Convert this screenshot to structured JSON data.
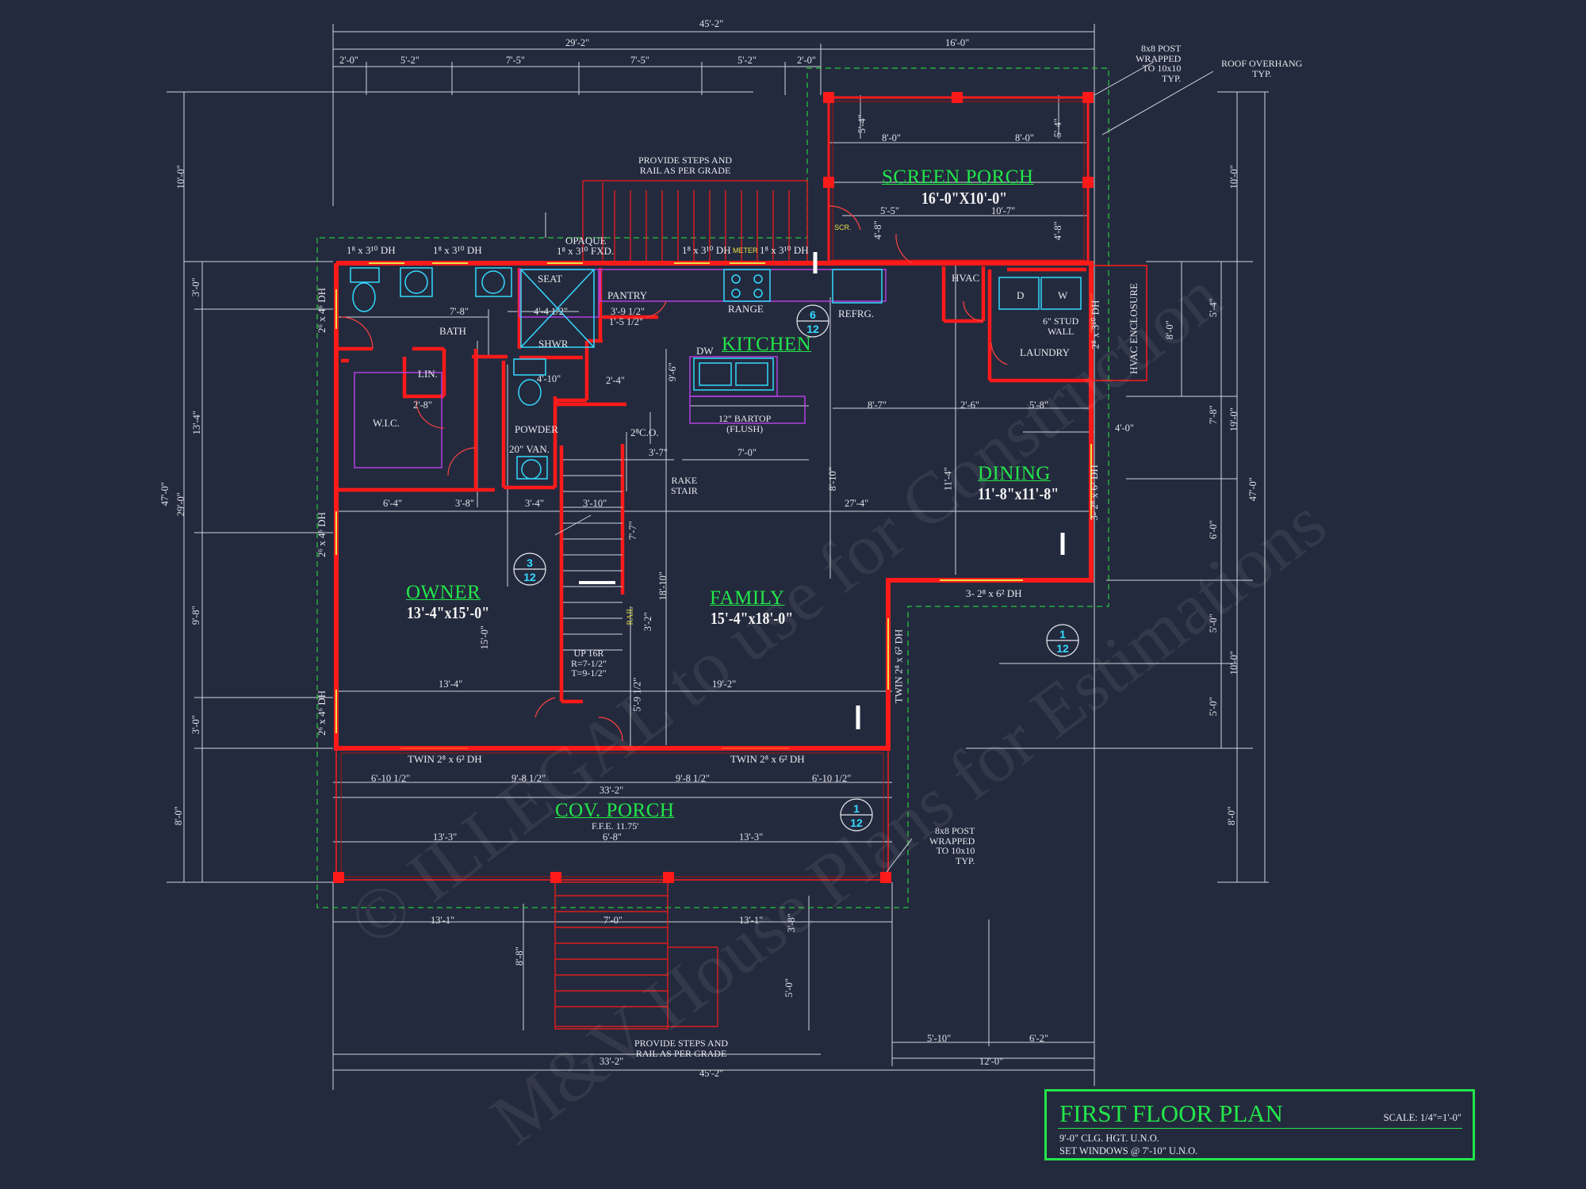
{
  "rooms": {
    "screen_porch": {
      "name": "SCREEN PORCH",
      "size": "16'-0\"X10'-0\""
    },
    "kitchen": {
      "name": "KITCHEN"
    },
    "dining": {
      "name": "DINING",
      "size": "11'-8\"x11'-8\""
    },
    "owner": {
      "name": "OWNER",
      "size": "13'-4\"x15'-0\""
    },
    "family": {
      "name": "FAMILY",
      "size": "15'-4\"x18'-0\""
    },
    "cov_porch": {
      "name": "COV. PORCH",
      "ffe": "F.F.E. 11.75'"
    }
  },
  "labels": {
    "steps_top_1": "PROVIDE STEPS AND",
    "steps_top_2": "RAIL AS PER GRADE",
    "steps_bot_1": "PROVIDE STEPS AND",
    "steps_bot_2": "RAIL AS PER GRADE",
    "post_top_1": "8x8 POST",
    "post_top_2": "WRAPPED",
    "post_top_3": "TO 10x10",
    "post_top_4": "TYP.",
    "post_bot_1": "8x8 POST",
    "post_bot_2": "WRAPPED",
    "post_bot_3": "TO 10x10",
    "post_bot_4": "TYP.",
    "roof_1": "ROOF OVERHANG",
    "roof_2": "TYP.",
    "opaque": "OPAQUE",
    "seat": "SEAT",
    "pantry": "PANTRY",
    "range": "RANGE",
    "refrg": "REFRG.",
    "hvac": "HVAC",
    "hvac_enclosure": "HVAC ENCLOSURE",
    "stud_wall_1": "6\" STUD",
    "stud_wall_2": "WALL",
    "laundry": "LAUNDRY",
    "bath": "BATH",
    "shwr": "SHWR",
    "lin": "LIN.",
    "wic": "W.I.C.",
    "powder": "POWDER",
    "van": "20\" VAN.",
    "bartop_1": "12\" BARTOP",
    "bartop_2": "(FLUSH)",
    "dw": "DW",
    "co": "2⁸C.O.",
    "rake_1": "RAKE",
    "rake_2": "STAIR",
    "stair_1": "UP 16R",
    "stair_2": "R=7-1/2\"",
    "stair_3": "T=9-1/2\"",
    "rail": "RAIL",
    "d": "D",
    "w": "W",
    "scr": "SCR.",
    "meter": "METER"
  },
  "windows": {
    "w1": "1⁸ x 3¹⁰ DH",
    "w2": "1⁸ x 3¹⁰ DH",
    "w3": "1⁸ x 3¹⁰ FXD.",
    "w4": "1⁸ x 3¹⁰ DH",
    "w5": "1⁸ x 3¹⁰ DH",
    "twin_left": "TWIN 2⁸ x 6² DH",
    "twin_right": "TWIN 2⁸ x 6² DH",
    "three_dh": "3- 2⁸ x 6² DH",
    "left_top": "2⁶ x 4⁶ DH",
    "left_mid": "2⁶ x 4⁶ DH",
    "left_bot": "2⁶ x 4⁶ DH",
    "right_hvac": "2⁸ x 3¹⁰ DH",
    "right_dining": "3- 2⁸ x 6² DH",
    "twin_east": "TWIN 2⁸ x 6² DH"
  },
  "dimensions": {
    "top_overall": "45'-2\"",
    "top_main": "29'-2\"",
    "top_porch": "16'-0\"",
    "top_segments": [
      "2'-0\"",
      "5'-2\"",
      "7'-5\"",
      "7'-5\"",
      "5'-2\"",
      "2'-0\""
    ],
    "sp_5_4_a": "5'-4\"",
    "sp_5_4_b": "5'-4\"",
    "sp_8_0_a": "8'-0\"",
    "sp_8_0_b": "8'-0\"",
    "sp_5_5": "5'-5\"",
    "sp_10_7": "10'-7\"",
    "sp_4_8_a": "4'-8\"",
    "sp_4_8_b": "4'-8\"",
    "left_overall": "47'-0\"",
    "left_10_0": "10'-0\"",
    "left_29_0": "29'-0\"",
    "left_8_0": "8'-0\"",
    "left_3_0_a": "3'-0\"",
    "left_13_4": "13'-4\"",
    "left_9_8": "9'-8\"",
    "left_3_0_b": "3'-0\"",
    "right_overall": "47'-0\"",
    "right_10_0_a": "10'-0\"",
    "right_19_0": "19'-0\"",
    "right_10_0_b": "10'-0\"",
    "right_8_0": "8'-0\"",
    "right_5_4": "5'-4\"",
    "right_7_8": "7'-8\"",
    "right_6_0": "6'-0\"",
    "right_5_0_a": "5'-0\"",
    "right_5_0_b": "5'-0\"",
    "right_8_0_b": "8'-0\"",
    "int_7_8": "7'-8\"",
    "int_4_4": "4'-4 1/2\"",
    "int_3_9_a": "3'-9 1/2\"",
    "int_1_5": "1'-5 1/2\"",
    "int_8_7": "8'-7\"",
    "int_2_6": "2'-6\"",
    "int_5_8": "5'-8\"",
    "int_4_0": "4'-0\"",
    "int_7_0": "7'-0\"",
    "int_3_7": "3'-7\"",
    "int_27_4": "27'-4\"",
    "int_6_4": "6'-4\"",
    "int_3_8": "3'-8\"",
    "int_3_4": "3'-4\"",
    "int_3_10": "3'-10\"",
    "int_2_8": "2'-8\"",
    "int_2_4": "2'-4\"",
    "int_4_10": "4'-10\"",
    "int_13_4": "13'-4\"",
    "int_19_2": "19'-2\"",
    "int_15_0": "15'-0\"",
    "int_18_10": "18'-10\"",
    "int_11_4": "11'-4\"",
    "int_8_10": "8'-10\"",
    "int_7_7": "7'-7\"",
    "int_3_2": "3'-2\"",
    "int_5_9": "5'-9 1/2\"",
    "int_9_6": "9'-6\"",
    "por_6_10_a": "6'-10 1/2\"",
    "por_9_8_a": "9'-8 1/2\"",
    "por_9_8_b": "9'-8 1/2\"",
    "por_6_10_b": "6'-10 1/2\"",
    "por_33_2": "33'-2\"",
    "por_13_3_a": "13'-3\"",
    "por_6_8": "6'-8\"",
    "por_13_3_b": "13'-3\"",
    "bot_13_1_a": "13'-1\"",
    "bot_7_0": "7'-0\"",
    "bot_13_1_b": "13'-1\"",
    "bot_3_8": "3'-8\"",
    "bot_8_8": "8'-8\"",
    "bot_5_0": "5'-0\"",
    "bot_33_2": "33'-2\"",
    "bot_45_2": "45'-2\"",
    "bot_5_10": "5'-10\"",
    "bot_6_2": "6'-2\"",
    "bot_12_0": "12'-0\""
  },
  "bubbles": {
    "b1": {
      "top": "6",
      "bottom": "12"
    },
    "b2": {
      "top": "3",
      "bottom": "12"
    },
    "b3": {
      "top": "1",
      "bottom": "12"
    },
    "b4": {
      "top": "1",
      "bottom": "12"
    }
  },
  "title_block": {
    "title": "FIRST FLOOR PLAN",
    "scale": "SCALE: 1/4\"=1'-0\"",
    "note1": "9'-0\" CLG. HGT. U.N.O.",
    "note2": "SET WINDOWS @ 7'-10\" U.N.O."
  },
  "watermark": {
    "line1": "© ILLEGAL to use for Construction",
    "line2": "M&V House Plans for Estimations"
  },
  "colors": {
    "background": "#242a3d",
    "wall": "#ff1a1a",
    "room_label": "#22e64a",
    "dimension": "#dfe3ea",
    "fixture": "#33d9ff",
    "cabinet": "#b040e0",
    "dashed_outline": "#22c93c"
  }
}
